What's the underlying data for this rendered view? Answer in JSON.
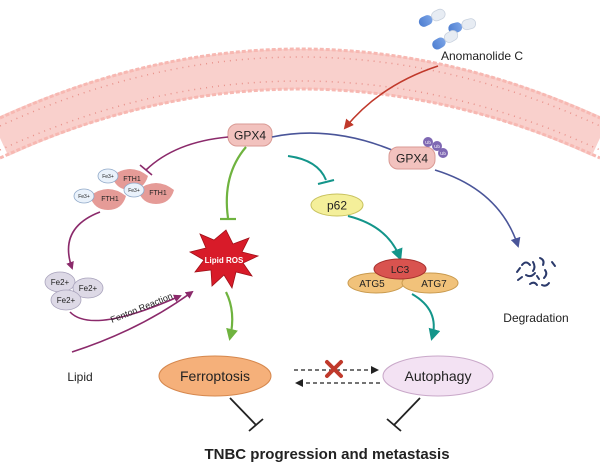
{
  "drug": {
    "name": "Anomanolide C"
  },
  "nodes": {
    "gpx4_membrane": "GPX4",
    "gpx4_ub": "GPX4",
    "ub_tag": "Ub",
    "fth1": "FTH1",
    "fe3": "Fe3+",
    "fe2": "Fe2+",
    "lipid_ros": "Lipid ROS",
    "p62": "p62",
    "lc3": "LC3",
    "atg5": "ATG5",
    "atg7": "ATG7",
    "degradation": "Degradation",
    "fenton": "Fenton Reaction",
    "lipid": "Lipid",
    "ferroptosis": "Ferroptosis",
    "autophagy": "Autophagy",
    "outcome": "TNBC progression and metastasis"
  },
  "colors": {
    "gpx4_fill": "#f2c2be",
    "membrane": "#f4a9a3",
    "purple_arrow": "#8b2a6b",
    "green_arrow": "#6fb33f",
    "teal_arrow": "#13958a",
    "blue_arrow": "#4a5599",
    "p62_fill": "#f4ef9a",
    "lc3_fill": "#d9534f",
    "atg_fill": "#f1c27a",
    "ferroptosis_fill": "#f5b07a",
    "autophagy_fill": "#f3e2f3",
    "ros_fill": "#d81b29"
  }
}
